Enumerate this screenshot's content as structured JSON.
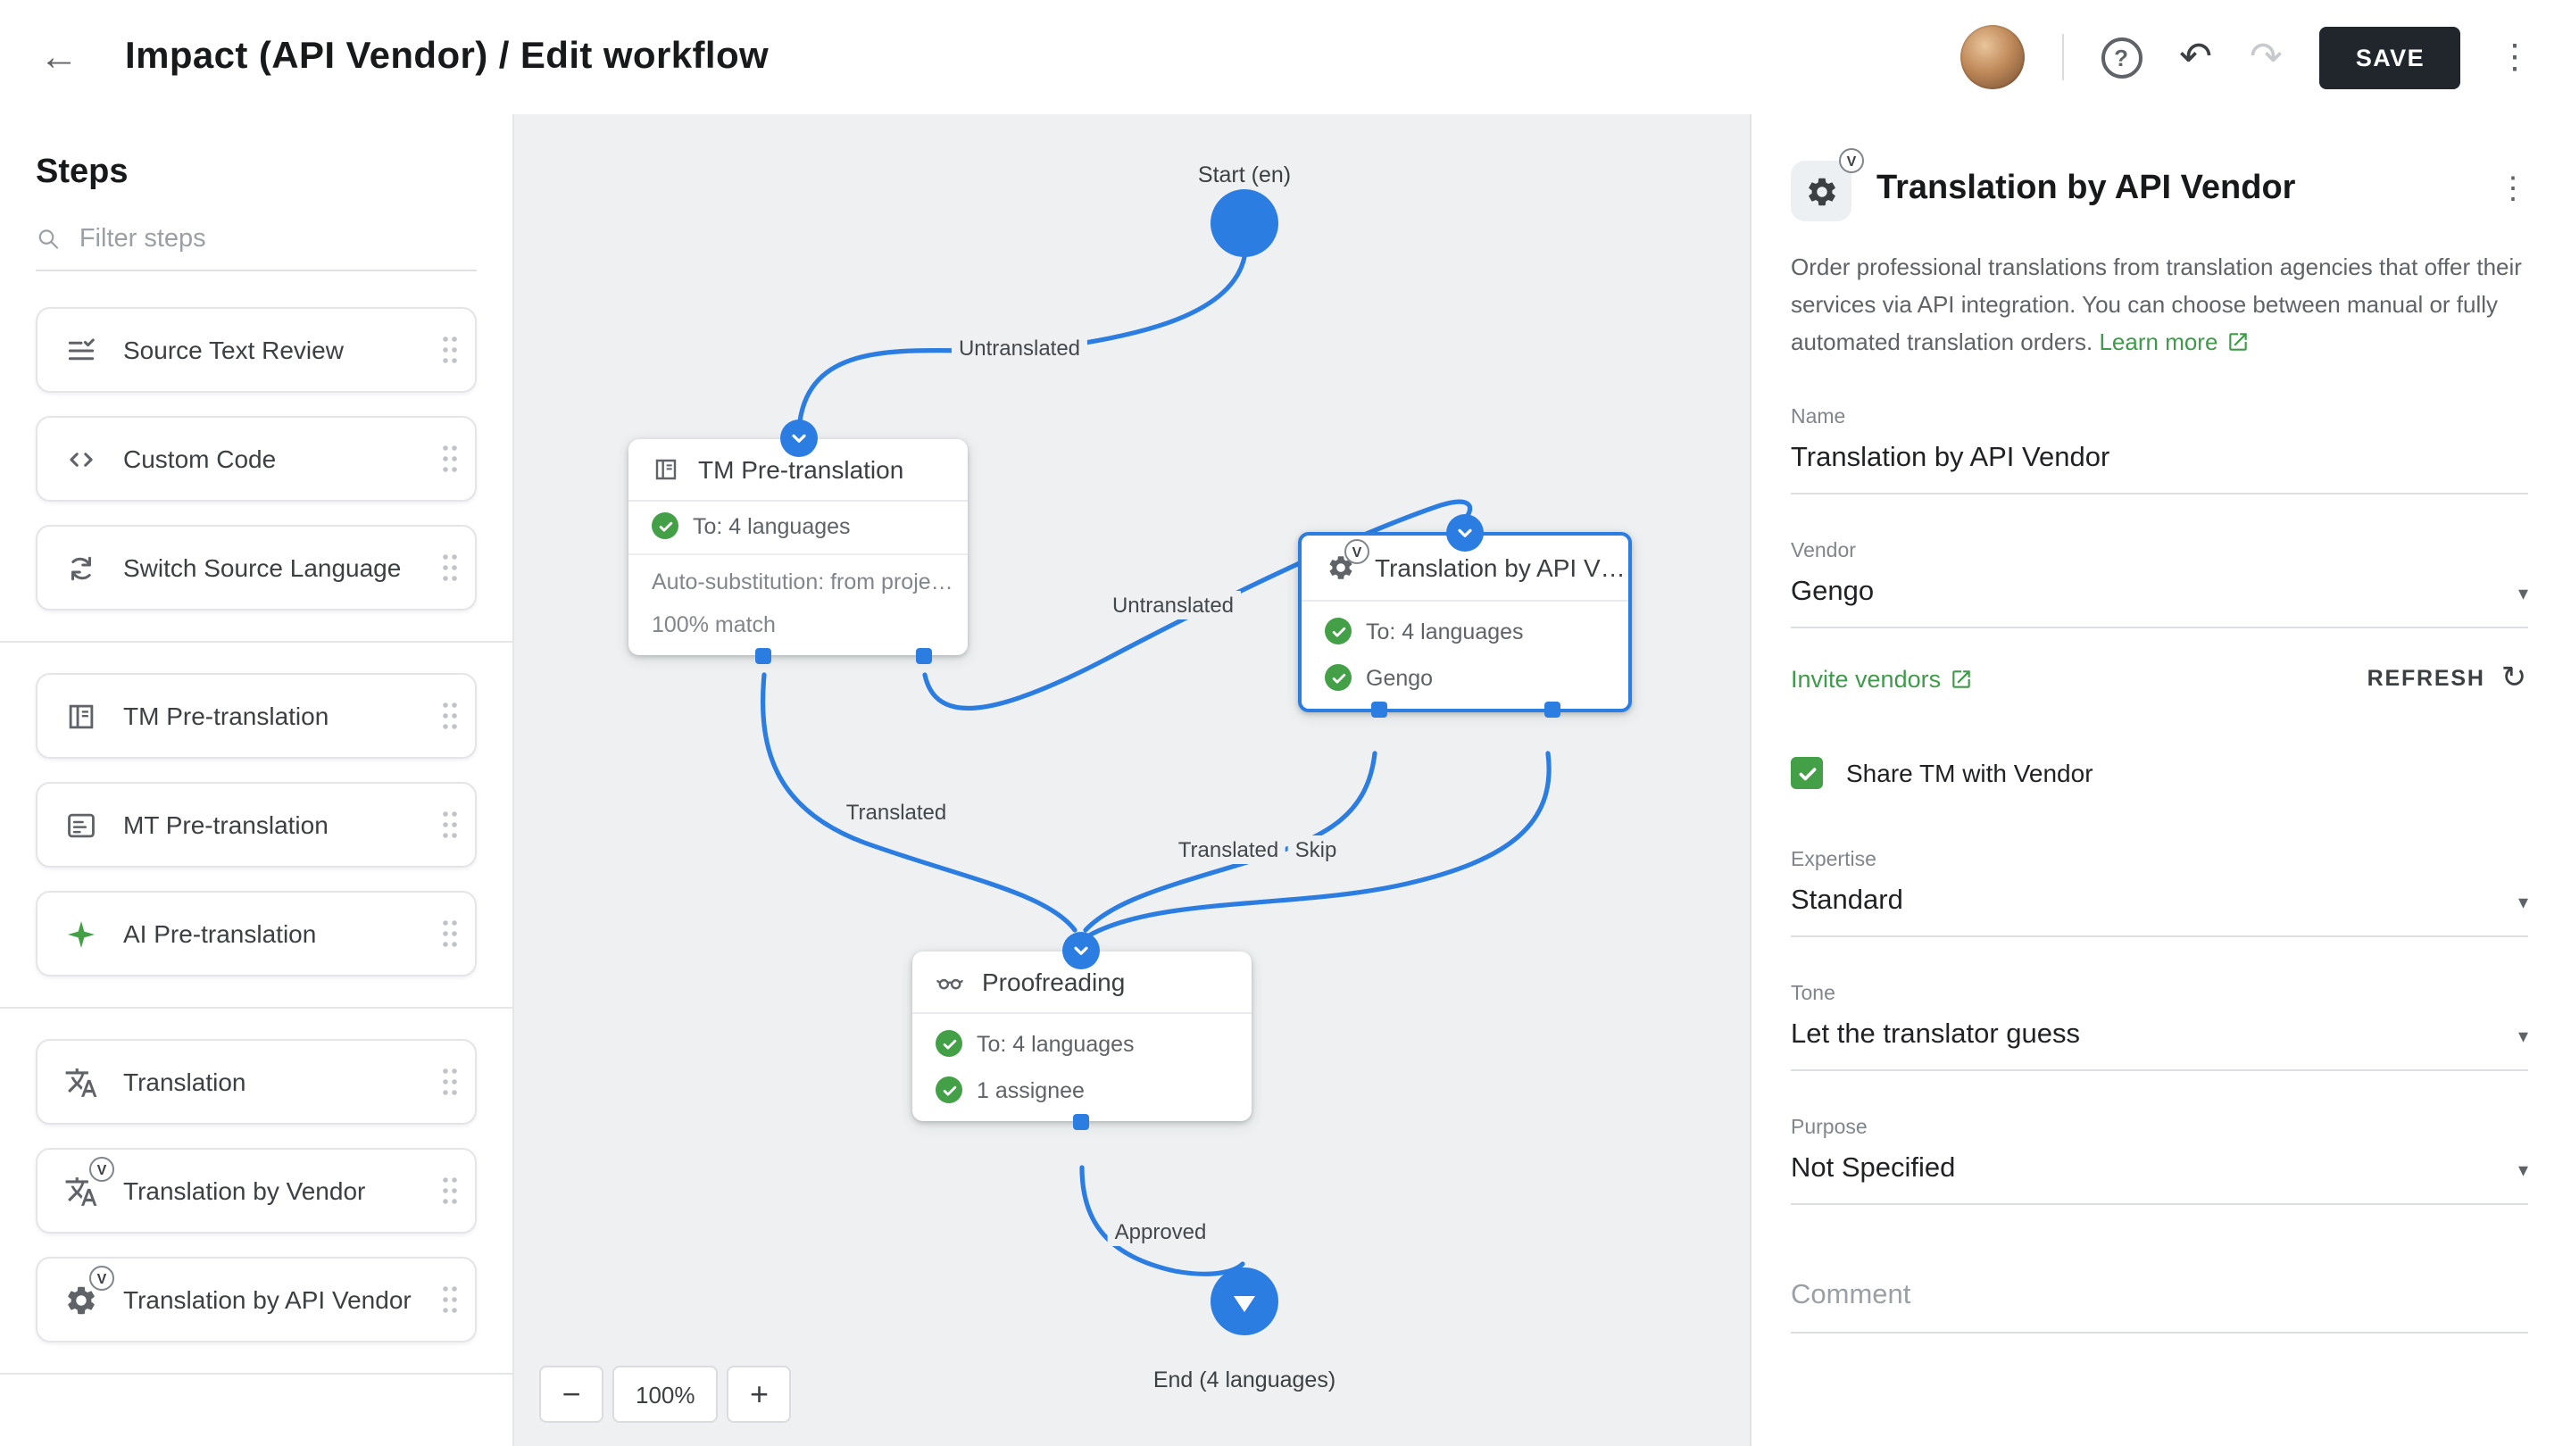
{
  "icons": {
    "back": "←",
    "help": "?",
    "undo": "↶",
    "redo": "↷",
    "kebab": "⋮",
    "refresh": "↻",
    "dropdown_caret": "▾",
    "vendor_badge": "V",
    "zoom_out": "−",
    "zoom_in": "+"
  },
  "header": {
    "title": "Impact (API Vendor) / Edit workflow",
    "save_label": "SAVE"
  },
  "sidebar": {
    "title": "Steps",
    "filter_placeholder": "Filter steps",
    "groups": [
      {
        "items": [
          {
            "label": "Source Text Review"
          },
          {
            "label": "Custom Code"
          },
          {
            "label": "Switch Source Language"
          }
        ]
      },
      {
        "items": [
          {
            "label": "TM Pre-translation"
          },
          {
            "label": "MT Pre-translation"
          },
          {
            "label": "AI Pre-translation"
          }
        ]
      },
      {
        "items": [
          {
            "label": "Translation"
          },
          {
            "label": "Translation by Vendor"
          },
          {
            "label": "Translation by API Vendor"
          }
        ]
      }
    ]
  },
  "canvas": {
    "zoom_level": "100%",
    "start_label": "Start (en)",
    "end_label": "End (4 languages)",
    "edges": {
      "untranslated_1": "Untranslated",
      "untranslated_2": "Untranslated",
      "translated_1": "Translated",
      "translated_2": "Translated",
      "skip": "Skip",
      "approved": "Approved"
    },
    "nodes": {
      "tm": {
        "title": "TM Pre-translation",
        "languages": "To: 4 languages",
        "auto_substitution": "Auto-substitution: from proje…",
        "match": "100% match"
      },
      "api_vendor": {
        "title": "Translation by API V…",
        "languages": "To: 4 languages",
        "vendor": "Gengo"
      },
      "proofreading": {
        "title": "Proofreading",
        "languages": "To: 4 languages",
        "assignee": "1 assignee"
      }
    }
  },
  "panel": {
    "title": "Translation by API Vendor",
    "description": "Order professional translations from translation agencies that offer their services via API integration. You can choose between manual or fully automated translation orders.",
    "learn_more_label": "Learn more",
    "name": {
      "label": "Name",
      "value": "Translation by API Vendor"
    },
    "vendor": {
      "label": "Vendor",
      "value": "Gengo"
    },
    "invite_vendors_label": "Invite vendors",
    "refresh_label": "REFRESH",
    "share_tm_label": "Share TM with Vendor",
    "expertise": {
      "label": "Expertise",
      "value": "Standard"
    },
    "tone": {
      "label": "Tone",
      "value": "Let the translator guess"
    },
    "purpose": {
      "label": "Purpose",
      "value": "Not Specified"
    },
    "comment_placeholder": "Comment"
  }
}
